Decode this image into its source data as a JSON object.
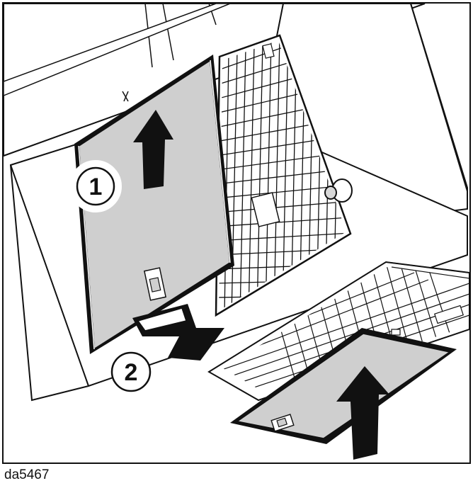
{
  "figure": {
    "caption": "da5467",
    "steps": [
      {
        "number": "1"
      },
      {
        "number": "2"
      }
    ]
  },
  "colors": {
    "line": "#111111",
    "filter_fill": "#cfcfcf",
    "background": "#ffffff",
    "arrow": "#111111"
  },
  "icons": {
    "arrow_up": "arrow-up-icon",
    "arrow_down": "arrow-down-icon"
  }
}
